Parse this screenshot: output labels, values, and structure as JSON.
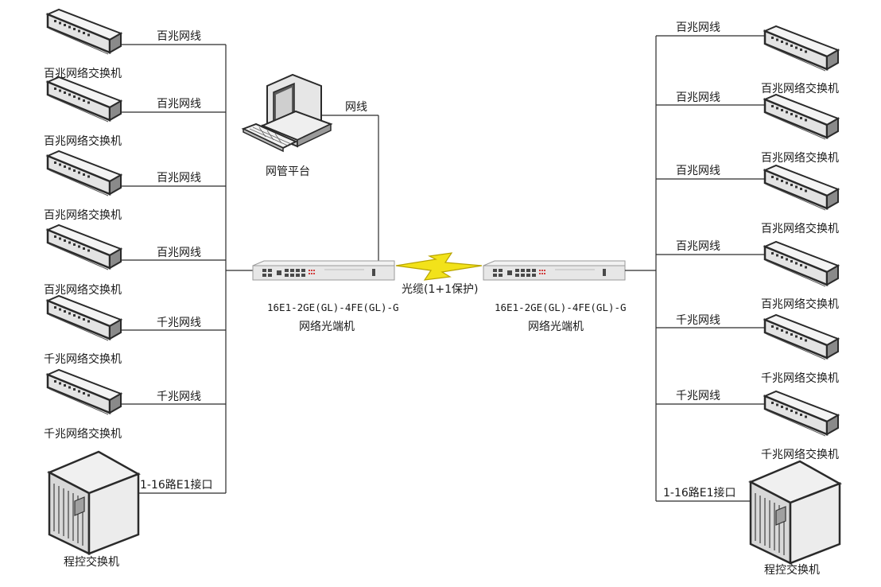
{
  "labels": {
    "cable_100m": "百兆网线",
    "cable_1000m": "千兆网线",
    "cable_lan": "网线",
    "switch_100m": "百兆网络交换机",
    "switch_1000m": "千兆网络交换机",
    "pbx": "程控交换机",
    "e1_port": "1-16路E1接口",
    "nms": "网管平台",
    "fiber": "光缆(1+1保护)",
    "terminal_model": "16E1-2GE(GL)-4FE(GL)-G",
    "terminal_name": "网络光端机"
  },
  "left_branches": [
    {
      "cable": "百兆网线",
      "device": "百兆网络交换机"
    },
    {
      "cable": "百兆网线",
      "device": "百兆网络交换机"
    },
    {
      "cable": "百兆网线",
      "device": "百兆网络交换机"
    },
    {
      "cable": "百兆网线",
      "device": "百兆网络交换机"
    },
    {
      "cable": "千兆网线",
      "device": "千兆网络交换机"
    },
    {
      "cable": "千兆网线",
      "device": "千兆网络交换机"
    },
    {
      "cable": "1-16路E1接口",
      "device": "程控交换机"
    }
  ],
  "right_branches": [
    {
      "cable": "百兆网线",
      "device": "百兆网络交换机"
    },
    {
      "cable": "百兆网线",
      "device": "百兆网络交换机"
    },
    {
      "cable": "百兆网线",
      "device": "百兆网络交换机"
    },
    {
      "cable": "百兆网线",
      "device": "百兆网络交换机"
    },
    {
      "cable": "千兆网线",
      "device": "千兆网络交换机"
    },
    {
      "cable": "千兆网线",
      "device": "千兆网络交换机"
    },
    {
      "cable": "1-16路E1接口",
      "device": "程控交换机"
    }
  ],
  "colors": {
    "line": "#2b2b2b",
    "device_fill": "#eaeaea",
    "device_dark": "#4a4a4a",
    "lightning_fill": "#f2e21a",
    "lightning_stroke": "#b8a400",
    "port_red": "#d23c3c"
  }
}
